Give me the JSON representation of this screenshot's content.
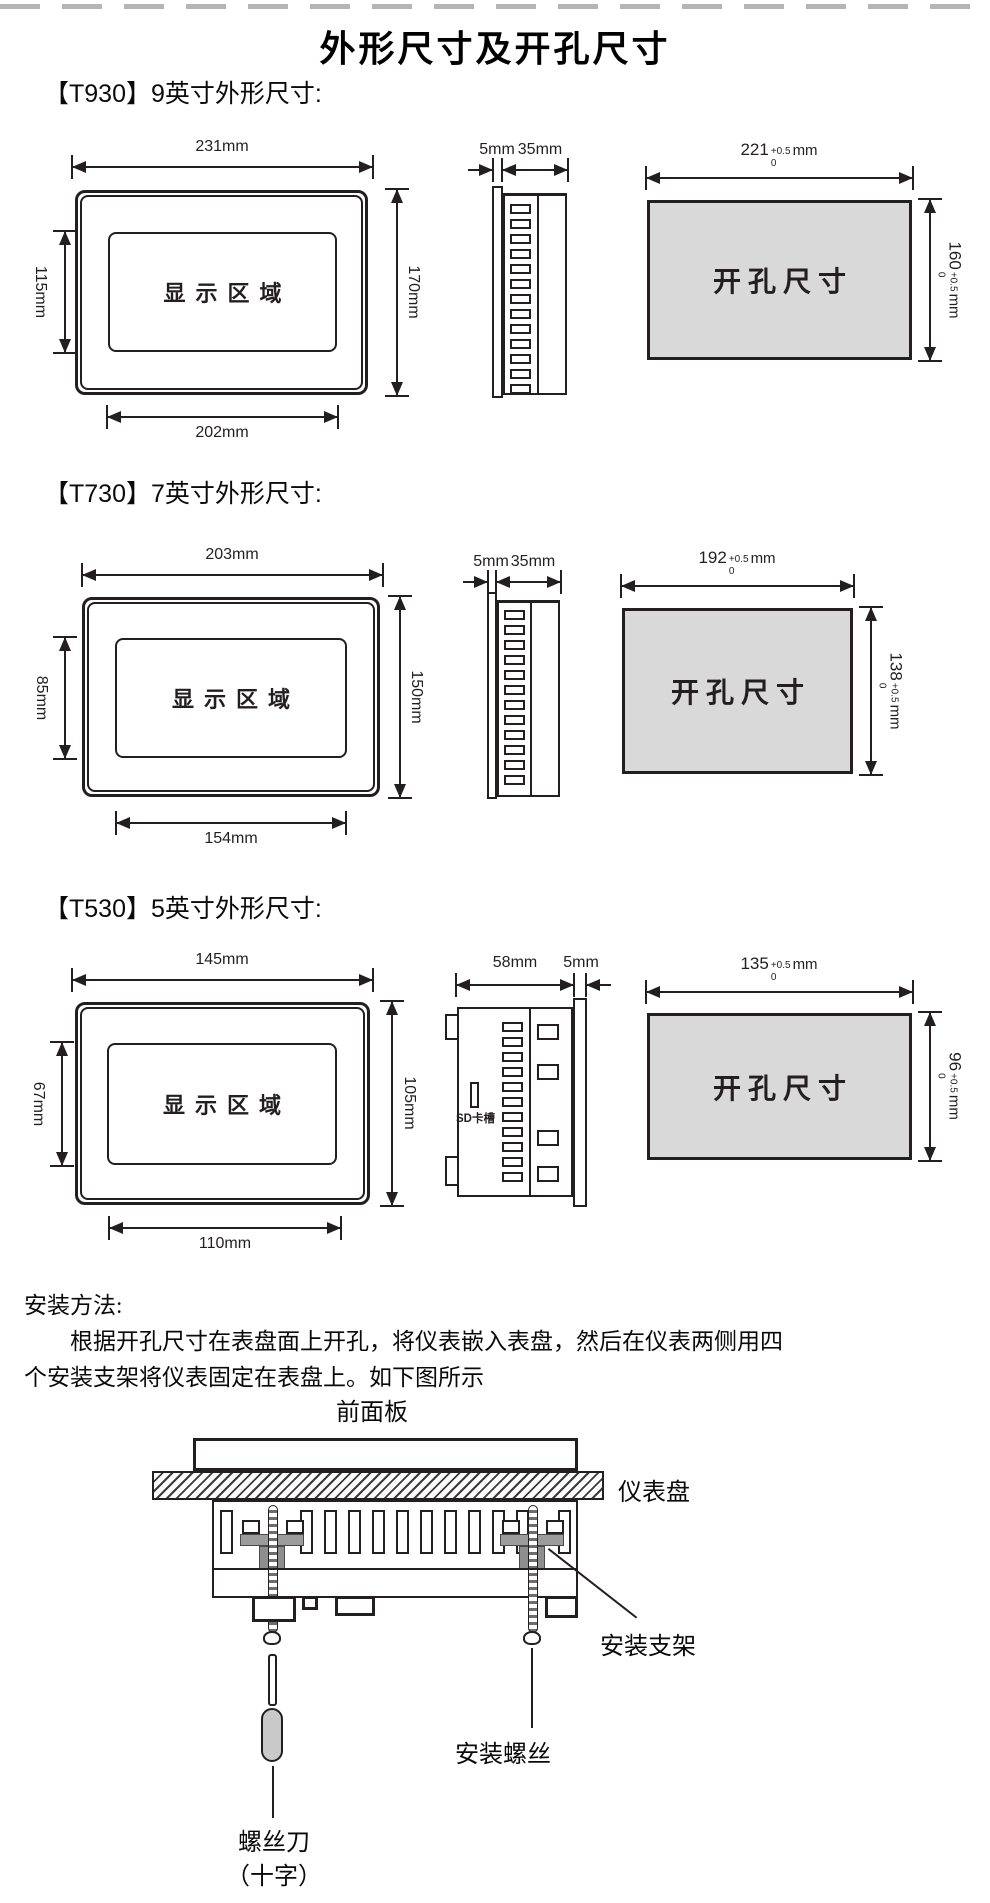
{
  "page": {
    "title": "外形尺寸及开孔尺寸"
  },
  "sections": [
    {
      "heading": "【T930】9英寸外形尺寸:",
      "front": {
        "display_label": "显示区域",
        "width_top": "231mm",
        "width_bottom": "202mm",
        "height_left": "115mm",
        "height_right": "170mm"
      },
      "side": {
        "flange": "5mm",
        "depth": "35mm"
      },
      "cutout": {
        "label": "开孔尺寸",
        "width": {
          "value": "221",
          "tol_plus": "+0.5",
          "tol_minus": "0",
          "unit": "mm"
        },
        "height": {
          "value": "160",
          "tol_plus": "+0.5",
          "tol_minus": "0",
          "unit": "mm"
        }
      }
    },
    {
      "heading": "【T730】7英寸外形尺寸:",
      "front": {
        "display_label": "显示区域",
        "width_top": "203mm",
        "width_bottom": "154mm",
        "height_left": "85mm",
        "height_right": "150mm"
      },
      "side": {
        "flange": "5mm",
        "depth": "35mm"
      },
      "cutout": {
        "label": "开孔尺寸",
        "width": {
          "value": "192",
          "tol_plus": "+0.5",
          "tol_minus": "0",
          "unit": "mm"
        },
        "height": {
          "value": "138",
          "tol_plus": "+0.5",
          "tol_minus": "0",
          "unit": "mm"
        }
      }
    },
    {
      "heading": "【T530】5英寸外形尺寸:",
      "front": {
        "display_label": "显示区域",
        "width_top": "145mm",
        "width_bottom": "110mm",
        "height_left": "67mm",
        "height_right": "105mm"
      },
      "side": {
        "depth": "58mm",
        "flange": "5mm",
        "sd_label": "SD卡槽"
      },
      "cutout": {
        "label": "开孔尺寸",
        "width": {
          "value": "135",
          "tol_plus": "+0.5",
          "tol_minus": "0",
          "unit": "mm"
        },
        "height": {
          "value": "96",
          "tol_plus": "+0.5",
          "tol_minus": "0",
          "unit": "mm"
        }
      }
    }
  ],
  "install": {
    "heading": "安装方法:",
    "para_line1": "根据开孔尺寸在表盘面上开孔，将仪表嵌入表盘，然后在仪表两侧用四",
    "para_line2": "个安装支架将仪表固定在表盘上。如下图所示",
    "labels": {
      "front_panel": "前面板",
      "meter_panel": "仪表盘",
      "bracket": "安装支架",
      "screw": "安装螺丝",
      "screwdriver": "螺丝刀",
      "screwdriver_type": "（十字）"
    }
  }
}
